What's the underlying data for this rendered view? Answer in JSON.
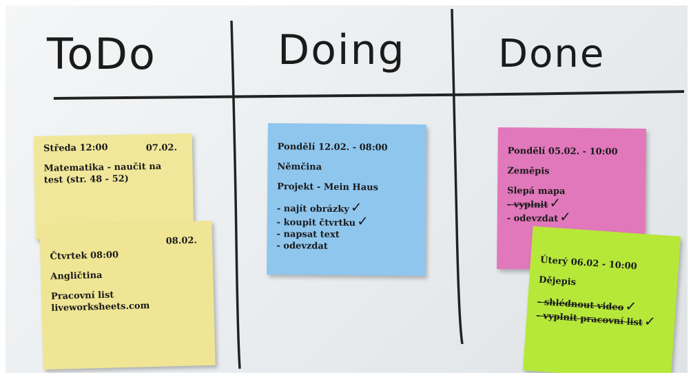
{
  "board": {
    "columns": [
      {
        "title": "ToDo"
      },
      {
        "title": "Doing"
      },
      {
        "title": "Done"
      }
    ]
  },
  "notes": {
    "todo_1": {
      "date": "07.02.",
      "time": "Středa 12:00",
      "line1": "Matematika - naučit na",
      "line2": "test (str. 48 - 52)"
    },
    "todo_2": {
      "date": "08.02.",
      "time": "Čtvrtek 08:00",
      "subject": "Angličtina",
      "line1": "Pracovní list",
      "line2": "liveworksheets.com"
    },
    "doing_1": {
      "time": "Pondělí 12.02. - 08:00",
      "subject": "Němčina",
      "project": "Projekt - Mein Haus",
      "tasks": [
        "- najít obrázky",
        "- koupit čtvrtku",
        "- napsat text",
        "- odevzdat"
      ]
    },
    "done_1": {
      "time": "Pondělí 05.02. - 10:00",
      "subject": "Zeměpis",
      "heading": "Slepá mapa",
      "tasks": [
        "- vyplnit",
        "- odevzdat"
      ]
    },
    "done_2": {
      "time": "Úterý 06.02 - 10:00",
      "subject": "Dějepis",
      "tasks": [
        "- shlédnout video",
        "- vyplnit pracovní list"
      ]
    }
  },
  "colors": {
    "yellow": "#f1e79a",
    "blue": "#8fc6ee",
    "pink": "#e178bb",
    "green": "#b6e83a"
  },
  "check_glyph": "✓"
}
